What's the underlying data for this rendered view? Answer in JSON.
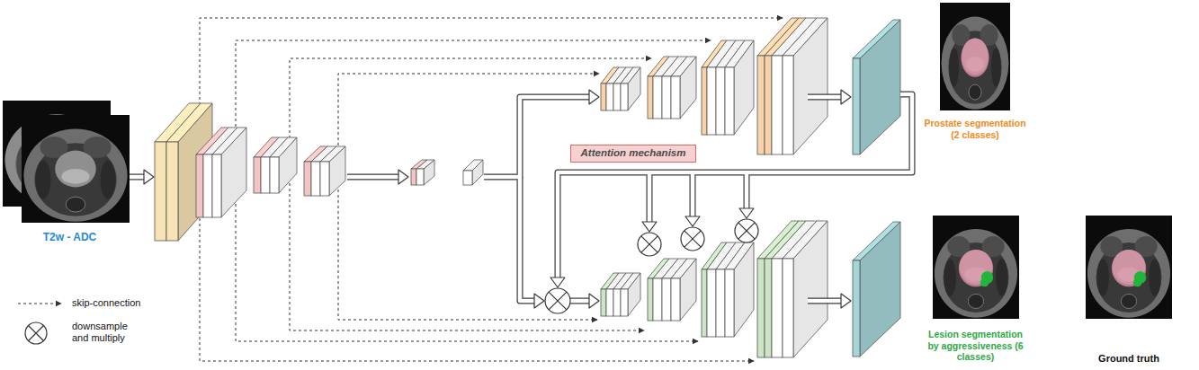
{
  "diagram": {
    "nodes": [
      {
        "text": [
          "T2w - ADC"
        ]
      },
      {
        "text": [
          "Attention mechanism"
        ]
      },
      {
        "text": [
          "Prostate segmentation (2 classes)"
        ]
      },
      {
        "text": [
          "Lesion segmentation by aggressiveness (6 classes)"
        ]
      },
      {
        "text": [
          "Ground truth"
        ]
      }
    ],
    "legend": [
      {
        "text": "skip-connection"
      },
      {
        "text": "downsample and multiply"
      }
    ]
  }
}
